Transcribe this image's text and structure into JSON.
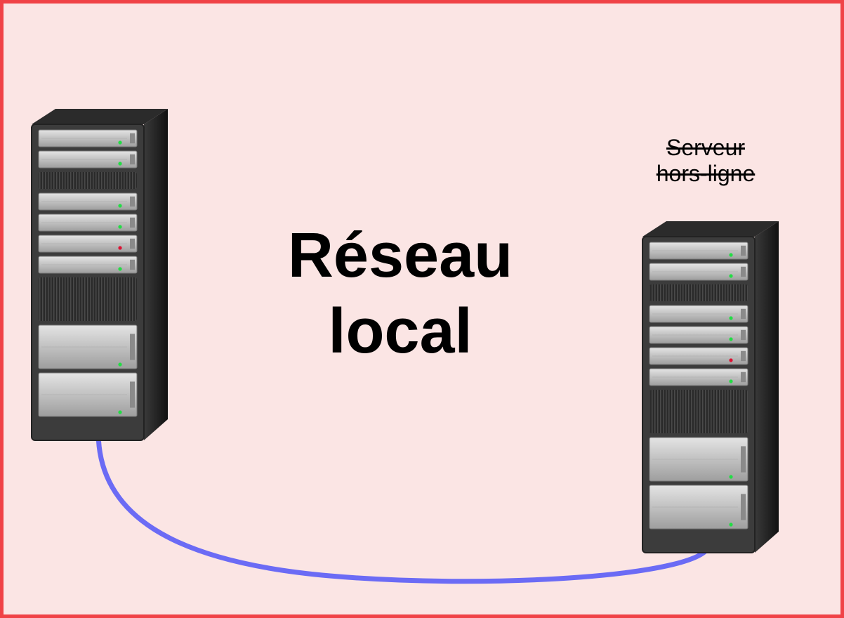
{
  "title": {
    "line1": "Réseau",
    "line2": "local"
  },
  "offline_server": {
    "label_line1": "Serveur",
    "label_line2": "hors-ligne",
    "strikethrough": true
  },
  "colors": {
    "frame_border": "#f04246",
    "background": "#fbe5e4",
    "cable": "#6b6bf5",
    "led_ok": "#22dd44",
    "led_alert": "#dd1133"
  },
  "servers": [
    {
      "name": "server-left",
      "drive_leds": [
        "green",
        "green",
        "green",
        "green",
        "red",
        "green",
        "green",
        "green"
      ]
    },
    {
      "name": "server-right",
      "drive_leds": [
        "green",
        "green",
        "green",
        "green",
        "red",
        "green",
        "green",
        "green"
      ]
    }
  ],
  "connections": [
    {
      "from": "server-left",
      "to": "server-right",
      "icon": "network-cable"
    }
  ]
}
